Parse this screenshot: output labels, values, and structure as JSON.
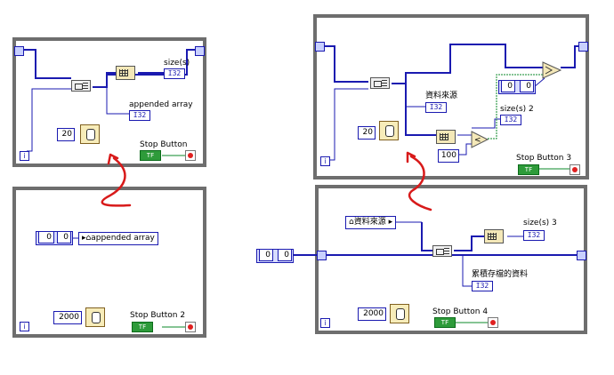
{
  "panel1": {
    "size_label": "size(s)",
    "size_type": "I32",
    "appended_label": "appended array",
    "appended_type": "I32",
    "wait_value": "20",
    "stop_label": "Stop Button",
    "stop_tf": "TF",
    "iter": "i"
  },
  "panel2": {
    "ctl_value": "0",
    "ctl_index": "0",
    "property_label": "appended array",
    "wait_value": "2000",
    "stop_label": "Stop Button 2",
    "stop_tf": "TF",
    "iter": "i"
  },
  "panel3": {
    "src_label": "資料來源",
    "src_type": "I32",
    "size_label": "size(s) 2",
    "size_type": "I32",
    "ctl_value": "0",
    "ctl_index": "0",
    "wait_value": "20",
    "hundred": "100",
    "stop_label": "Stop Button 3",
    "stop_tf": "TF",
    "iter": "i"
  },
  "panel4": {
    "property_label": "資料來源",
    "size_label": "size(s) 3",
    "size_type": "I32",
    "accum_label": "累積存檔的資料",
    "accum_type": "I32",
    "ext_value": "0",
    "ext_index": "0",
    "wait_value": "2000",
    "stop_label": "Stop Button 4",
    "stop_tf": "TF",
    "iter": "i"
  },
  "colors": {
    "loop_border": "#6e6e6e",
    "wire_blue": "#1a1ab0",
    "wire_green": "#0b8a2a",
    "arrow_red": "#d81a1a"
  }
}
